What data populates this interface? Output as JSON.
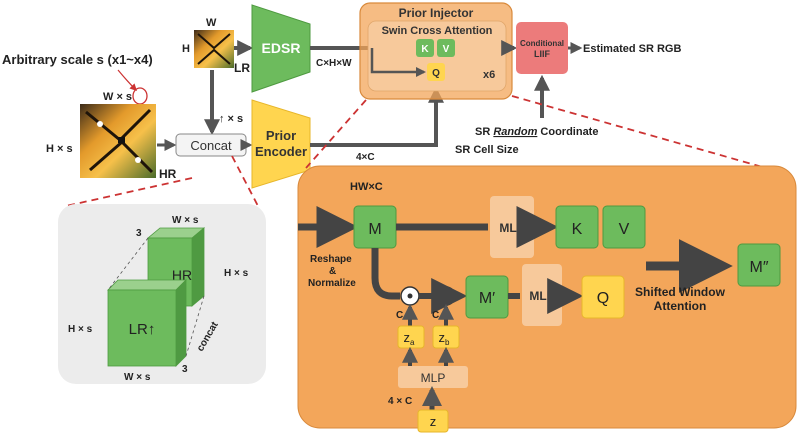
{
  "colors": {
    "orange": "#f3a65a",
    "orange_border": "#d98a3c",
    "light_orange": "#f7c99b",
    "green": "#6dbb5d",
    "green_border": "#4e9a40",
    "yellow": "#ffd54f",
    "yellow_border": "#e7b62a",
    "pink": "#ec7b7b",
    "gray_panel": "#ececec",
    "arrow": "#555555"
  },
  "icons": {
    "lr_image": "butterfly-thumbnail-icon",
    "hr_image": "butterfly-thumbnail-icon",
    "concat_op": "concat-op-icon",
    "multiply_op": "circled-dot-icon",
    "add_op": "circled-plus-icon"
  },
  "labels": {
    "arbitrary_scale": "Arbitrary scale s (x1~x4)",
    "w_times_s_top": "W × s",
    "w_small": "W",
    "h_small": "H",
    "lr": "LR",
    "hr": "HR",
    "h_times_s_left": "H × s",
    "up_times_s": "↑ × s",
    "concat": "Concat",
    "edsr": "EDSR",
    "c_h_w": "C×H×W",
    "prior_encoder_line1": "Prior",
    "prior_encoder_line2": "Encoder",
    "four_c": "4×C",
    "prior_injector": "Prior Injector",
    "swin_cross_attention": "Swin Cross Attention",
    "k": "K",
    "v": "V",
    "q": "Q",
    "x6": "x6",
    "conditional_line1": "Conditional",
    "conditional_line2": "LIIF",
    "estimated_sr_rgb": "Estimated SR RGB",
    "sr_prefix": "SR",
    "random_word": "Random",
    "coordinate_word": "Coordinate",
    "sr_cell_size": "SR Cell Size"
  },
  "cube": {
    "w_times_s_top": "W × s",
    "num_3_top": "3",
    "hr_label": "HR",
    "h_times_s_right": "H × s",
    "lr_up_label": "LR↑",
    "h_times_s_left": "H × s",
    "concat": "concat",
    "w_times_s_bottom": "W × s",
    "num_3_bottom": "3"
  },
  "detail": {
    "hw_c": "HW×C",
    "m": "M",
    "mlp_top": "MLP",
    "k": "K",
    "v": "V",
    "reshape": "Reshape",
    "ampersand": "&",
    "normalize": "Normalize",
    "m_prime": "M′",
    "mlp_mid": "MLP",
    "q": "Q",
    "shifted_line1": "Shifted Window",
    "shifted_line2": "Attention",
    "m_double_prime": "M″",
    "c_left": "C",
    "c_right": "C",
    "z_a": "z",
    "z_a_sub": "a",
    "z_b": "z",
    "z_b_sub": "b",
    "mlp_bottom": "MLP",
    "four_times_c": "4 × C",
    "z": "z"
  }
}
